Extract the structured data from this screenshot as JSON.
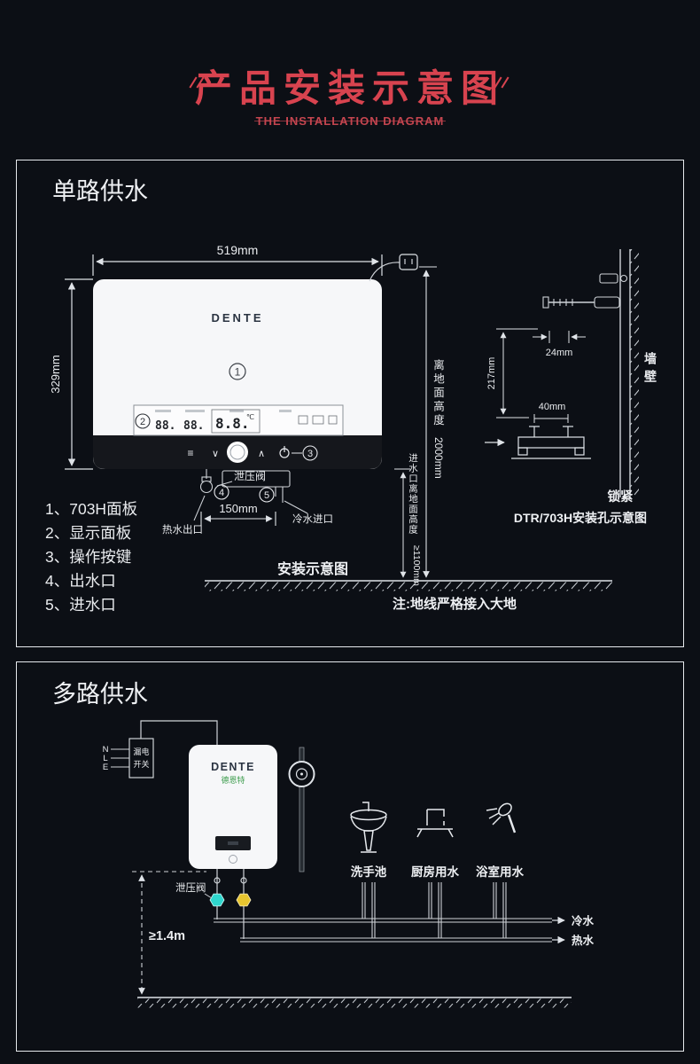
{
  "header": {
    "title": "产品安装示意图",
    "subtitle": "THE INSTALLATION DIAGRAM"
  },
  "colors": {
    "accent_red": "#d8434f",
    "line_white": "#dfe3e8",
    "valve_cold_cyan": "#2fd6cd",
    "valve_hot_yellow": "#e7c52f",
    "brand_green": "#3f9e4f"
  },
  "panel1": {
    "title": "单路供水",
    "brand": "DENTE",
    "dims": {
      "width": "519mm",
      "height": "329mm",
      "bracket": "150mm",
      "ground_height_cn": "离地面高度",
      "ground_height_val": "2000mm",
      "inlet_height_cn": "进水口离地面高度",
      "inlet_height_val": "≥1100mm"
    },
    "display": {
      "seg1": "88.",
      "seg2": "88.",
      "temp": "8.8.",
      "unit": "℃"
    },
    "buttons": {
      "menu": "≡",
      "down": "∨",
      "up": "∧"
    },
    "callouts": {
      "c1": "1",
      "c2": "2",
      "c3": "3",
      "c4": "4",
      "c5": "5"
    },
    "labels": {
      "relief_valve": "泄压阀",
      "hot_outlet": "热水出口",
      "cold_inlet": "冷水进口",
      "install_diagram": "安装示意图",
      "ground_note": "注:地线严格接入大地"
    },
    "legend": [
      "1、703H面板",
      "2、显示面板",
      "3、操作按键",
      "4、出水口",
      "5、进水口"
    ],
    "wall": {
      "dim_screw": "24mm",
      "dim_vertical": "217mm",
      "dim_holes": "40mm",
      "wall_label": "墙壁",
      "lock_label": "锁紧",
      "caption": "DTR/703H安装孔示意图"
    }
  },
  "panel2": {
    "title": "多路供水",
    "wires": {
      "n": "N",
      "l": "L",
      "e": "E"
    },
    "breaker_line1": "漏电",
    "breaker_line2": "开关",
    "brand": "DENTE",
    "brand_cn": "德恩特",
    "relief_valve": "泄压阀",
    "min_height": "≥1.4m",
    "fixtures": [
      "洗手池",
      "厨房用水",
      "浴室用水"
    ],
    "outlets": {
      "cold": "冷水",
      "hot": "热水"
    }
  }
}
